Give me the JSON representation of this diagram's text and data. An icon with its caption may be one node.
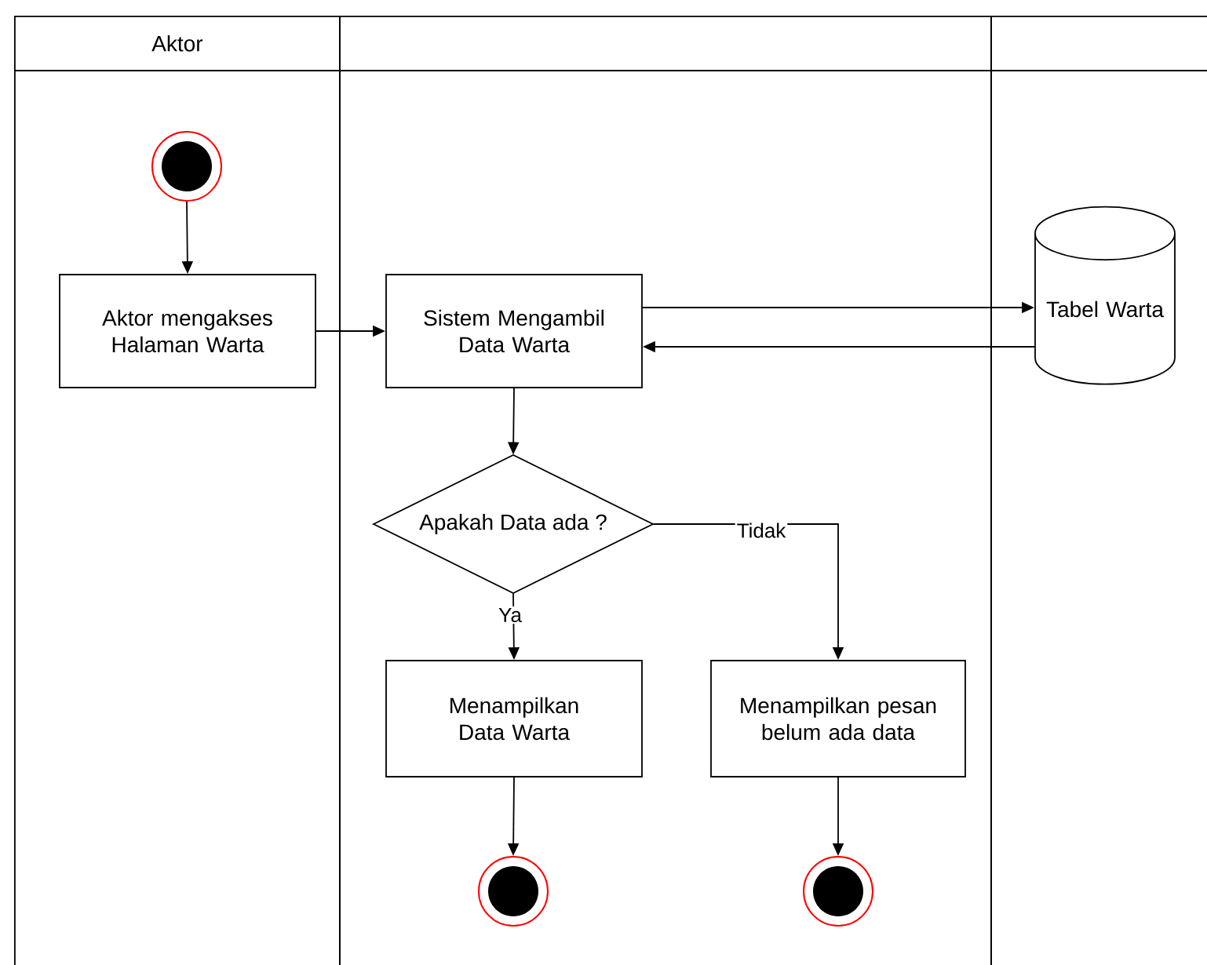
{
  "diagram": {
    "nodes": [
      {
        "text": [
          "Aktor"
        ]
      },
      {
        "text": [],
        "shape": "box"
      },
      {
        "text": [],
        "shape": "box"
      },
      {
        "text": [],
        "shape": "circle",
        "in": 0
      },
      {
        "text": [
          "Aktor mengakses Halaman Warta"
        ],
        "in": 0
      },
      {
        "text": [
          "Sistem Mengambil Data Warta"
        ],
        "in": 1
      },
      {
        "text": [
          "Tabel Warta"
        ],
        "in": 2
      },
      {
        "text": [
          "Apakah Data ada ?"
        ],
        "in": 1
      },
      {
        "text": [
          "Menampilkan Data Warta"
        ],
        "in": 1
      },
      {
        "text": [
          "Menampilkan pesan belum ada data"
        ],
        "in": 1
      },
      {
        "text": [],
        "shape": "circle",
        "in": 1
      },
      {
        "text": [],
        "shape": "circle",
        "in": 1
      }
    ],
    "edges": [
      {
        "from": 3,
        "to": 4,
        "arrow": "to"
      },
      {
        "from": 4,
        "to": 5,
        "arrow": "to"
      },
      {
        "from": 5,
        "to": 6,
        "arrow": "to"
      },
      {
        "from": 6,
        "to": 5,
        "arrow": "to"
      },
      {
        "from": 5,
        "to": 7,
        "arrow": "to"
      },
      {
        "from": 7,
        "to": 8,
        "arrow": "to",
        "label": "Ya"
      },
      {
        "from": 7,
        "to": 9,
        "arrow": "to",
        "label": "Tidak"
      },
      {
        "from": 8,
        "to": 10,
        "arrow": "to"
      },
      {
        "from": 9,
        "to": 11,
        "arrow": "to"
      }
    ]
  }
}
